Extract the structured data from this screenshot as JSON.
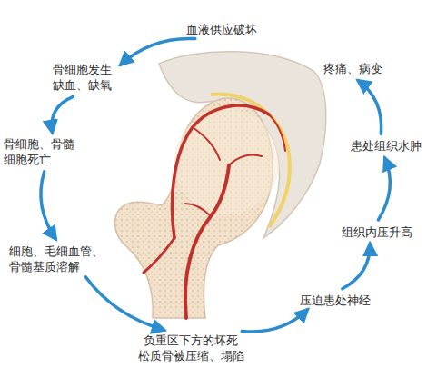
{
  "diagram": {
    "nodes": [
      {
        "text": [
          "血液供应破坏"
        ]
      },
      {
        "text": [
          "骨细胞发生 缺血、缺氧"
        ]
      },
      {
        "text": [
          "骨细胞、骨髓 细胞死亡"
        ]
      },
      {
        "text": [
          "细胞、毛细血管、 骨髓基质溶解"
        ]
      },
      {
        "text": [
          "负重区下方的坏死 松质骨被压缩、塌陷"
        ]
      },
      {
        "text": [
          "压迫患处神经"
        ]
      },
      {
        "text": [
          "组织内压升高"
        ]
      },
      {
        "text": [
          "患处组织水肿"
        ]
      },
      {
        "text": [
          "疼痛、病变"
        ]
      }
    ],
    "edges": [
      {
        "from": 0,
        "to": 1,
        "arrow": "to"
      },
      {
        "from": 1,
        "to": 2,
        "arrow": "to"
      },
      {
        "from": 2,
        "to": 3,
        "arrow": "to"
      },
      {
        "from": 3,
        "to": 4,
        "arrow": "to"
      },
      {
        "from": 4,
        "to": 5,
        "arrow": "to"
      },
      {
        "from": 5,
        "to": 6,
        "arrow": "to"
      },
      {
        "from": 6,
        "to": 7,
        "arrow": "to"
      },
      {
        "from": 7,
        "to": 8,
        "arrow": "to"
      }
    ]
  }
}
